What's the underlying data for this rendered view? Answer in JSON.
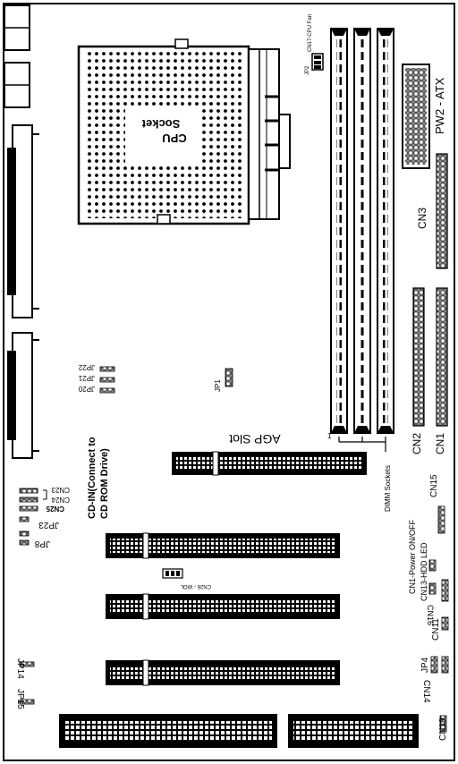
{
  "diagram": {
    "title": "",
    "labels": {
      "cpu_socket_line1": "CPU",
      "cpu_socket_line2": "Socket",
      "cn17": "CN17-CPU Fan",
      "jp2": "JP2",
      "pw2": "PW2 - ATX",
      "cn3": "CN3",
      "cn2": "CN2",
      "cn1": "CN1",
      "dimm_sockets": "DIMM Sockets",
      "agp_slot": "AGP Slot",
      "jp1": "JP1",
      "jp22": "JP22",
      "jp21": "JP21",
      "jp20": "JP20",
      "cd_in_line1": "CD-IN(Connect to",
      "cd_in_line2": "CD ROM Drive)",
      "cn23": "CN23",
      "cn24": "CN24",
      "cn25": "CN25",
      "jp23": "JP23",
      "jp8": "JP8",
      "cn15": "CN15",
      "cn1_power": "CN1-Power ON/OFF",
      "cn13": "CN13-HDD LED",
      "cn16": "CN16",
      "cn26": "CN26 - WOL",
      "cn11": "CN11",
      "jp4": "JP4",
      "cn14": "CN14",
      "cn18": "CN18",
      "jp14": "JP14",
      "jp15": "JP15",
      "pin1": "1"
    }
  }
}
